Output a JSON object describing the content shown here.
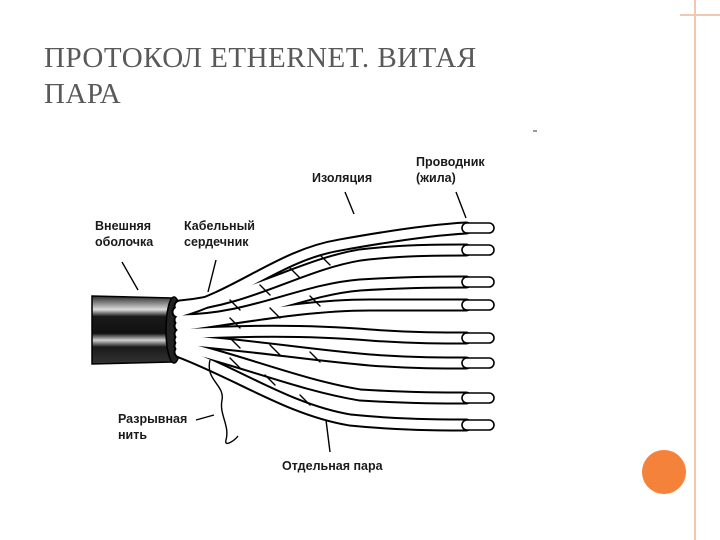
{
  "slide": {
    "title_line1": "ПРОТОКОЛ ETHERNET. ВИТАЯ",
    "title_line2": "ПАРА"
  },
  "diagram": {
    "labels": {
      "insulation": "Изоляция",
      "conductor_1": "Проводник",
      "conductor_2": "(жила)",
      "outer_jacket_1": "Внешняя",
      "outer_jacket_2": "оболочка",
      "cable_core_1": "Кабельный",
      "cable_core_2": "сердечник",
      "rip_cord_1": "Разрывная",
      "rip_cord_2": "нить",
      "single_pair": "Отдельная пара"
    }
  },
  "colors": {
    "accent_orange": "#f5823a",
    "frame": "#f0c9b3",
    "title_text": "#595959"
  }
}
